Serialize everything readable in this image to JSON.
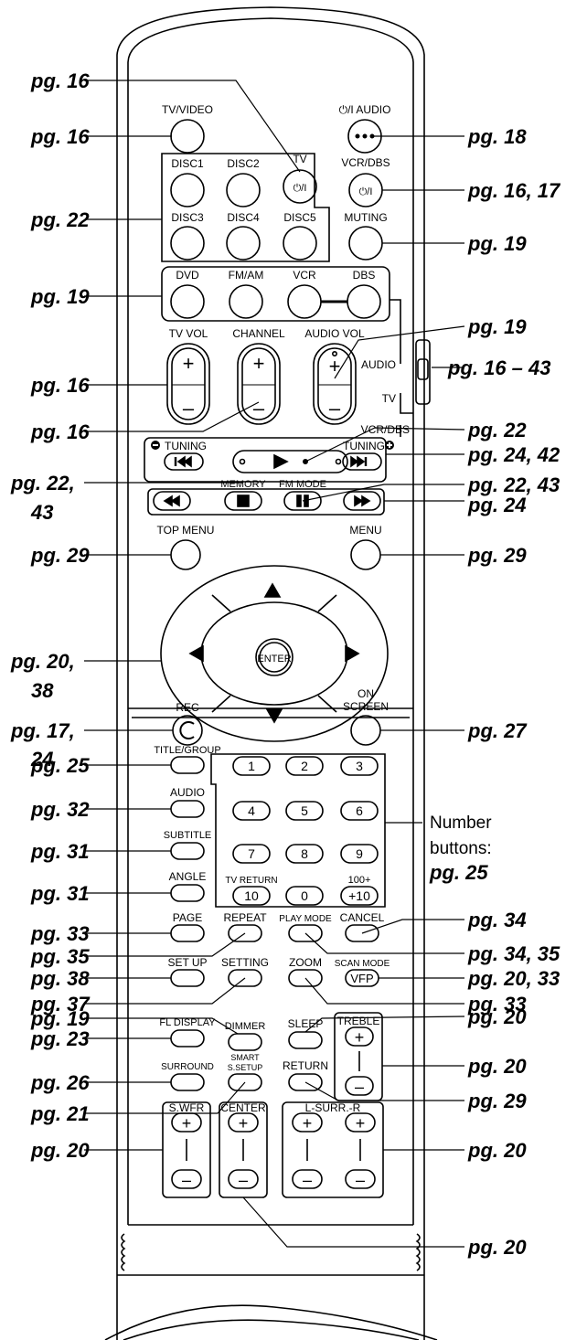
{
  "buttons": {
    "tv_video": "TV/VIDEO",
    "tv": "TV",
    "power_glyph": "⏻/I",
    "audio_power": "⏻/I AUDIO",
    "vcr_dbs": "VCR/DBS",
    "disc1": "DISC1",
    "disc2": "DISC2",
    "disc3": "DISC3",
    "disc4": "DISC4",
    "disc5": "DISC5",
    "muting": "MUTING",
    "dvd": "DVD",
    "fm_am": "FM/AM",
    "vcr": "VCR",
    "dbs": "DBS",
    "tv_vol": "TV VOL",
    "channel": "CHANNEL",
    "audio_vol": "AUDIO VOL",
    "plus": "+",
    "minus": "–",
    "switch_audio": "AUDIO",
    "switch_tv": "TV",
    "switch_vcr_dbs": "VCR/DBS",
    "tuning": "TUNING",
    "memory": "MEMORY",
    "fm_mode": "FM MODE",
    "top_menu": "TOP MENU",
    "menu": "MENU",
    "enter": "ENTER",
    "rec": "REC",
    "on": "ON",
    "screen": "SCREEN",
    "title_group": "TITLE/GROUP",
    "audio": "AUDIO",
    "subtitle": "SUBTITLE",
    "angle": "ANGLE",
    "n1": "1",
    "n2": "2",
    "n3": "3",
    "n4": "4",
    "n5": "5",
    "n6": "6",
    "n7": "7",
    "n8": "8",
    "n9": "9",
    "tv_return": "TV RETURN",
    "n10": "10",
    "n0": "0",
    "n100": "100+",
    "n_plus10": "+10",
    "page": "PAGE",
    "repeat": "REPEAT",
    "play_mode": "PLAY MODE",
    "cancel": "CANCEL",
    "set_up": "SET UP",
    "setting": "SETTING",
    "zoom": "ZOOM",
    "scan_mode": "SCAN MODE",
    "vfp": "VFP",
    "fl_display": "FL DISPLAY",
    "dimmer": "DIMMER",
    "sleep": "SLEEP",
    "treble": "TREBLE",
    "surround": "SURROUND",
    "smart": "SMART",
    "s_setup": "S.SETUP",
    "return": "RETURN",
    "s_wfr": "S.WFR",
    "center": "CENTER",
    "l_surr_r": "L-SURR.-R"
  },
  "callouts": {
    "c1": "pg. 16",
    "c2": "pg. 16",
    "c3": "pg. 18",
    "c4": "pg. 16, 17",
    "c5": "pg. 22",
    "c6": "pg. 19",
    "c7": "pg. 19",
    "c8": "pg. 19",
    "c9": "pg. 16",
    "c10": "pg. 16 – 43",
    "c11": "pg. 16",
    "c12": "pg. 22",
    "c13": "pg. 24, 42",
    "c14a": "pg. 22,",
    "c14b": "43",
    "c15": "pg. 22, 43",
    "c16": "pg. 24",
    "c17": "pg. 29",
    "c18": "pg. 29",
    "c19a": "pg. 20,",
    "c19b": "38",
    "c20a": "pg. 17,",
    "c20b": "24",
    "c21": "pg. 27",
    "c22": "pg. 25",
    "c23": "pg. 32",
    "c24": "pg. 31",
    "c25": "pg. 31",
    "c26": "pg. 33",
    "c27": "pg. 34",
    "c28": "pg. 35",
    "c29": "pg. 34, 35",
    "c30": "pg. 38",
    "c31": "pg. 20, 33",
    "c32": "pg. 37",
    "c33": "pg. 33",
    "c34": "pg. 19",
    "c35": "pg. 20",
    "c36": "pg. 23",
    "c37": "pg. 20",
    "c38": "pg. 26",
    "c39": "pg. 21",
    "c40": "pg. 29",
    "c41": "pg. 20",
    "c42": "pg. 20",
    "c43": "pg. 20"
  },
  "number_note": {
    "line1": "Number",
    "line2": "buttons:",
    "line3": "pg. 25"
  }
}
